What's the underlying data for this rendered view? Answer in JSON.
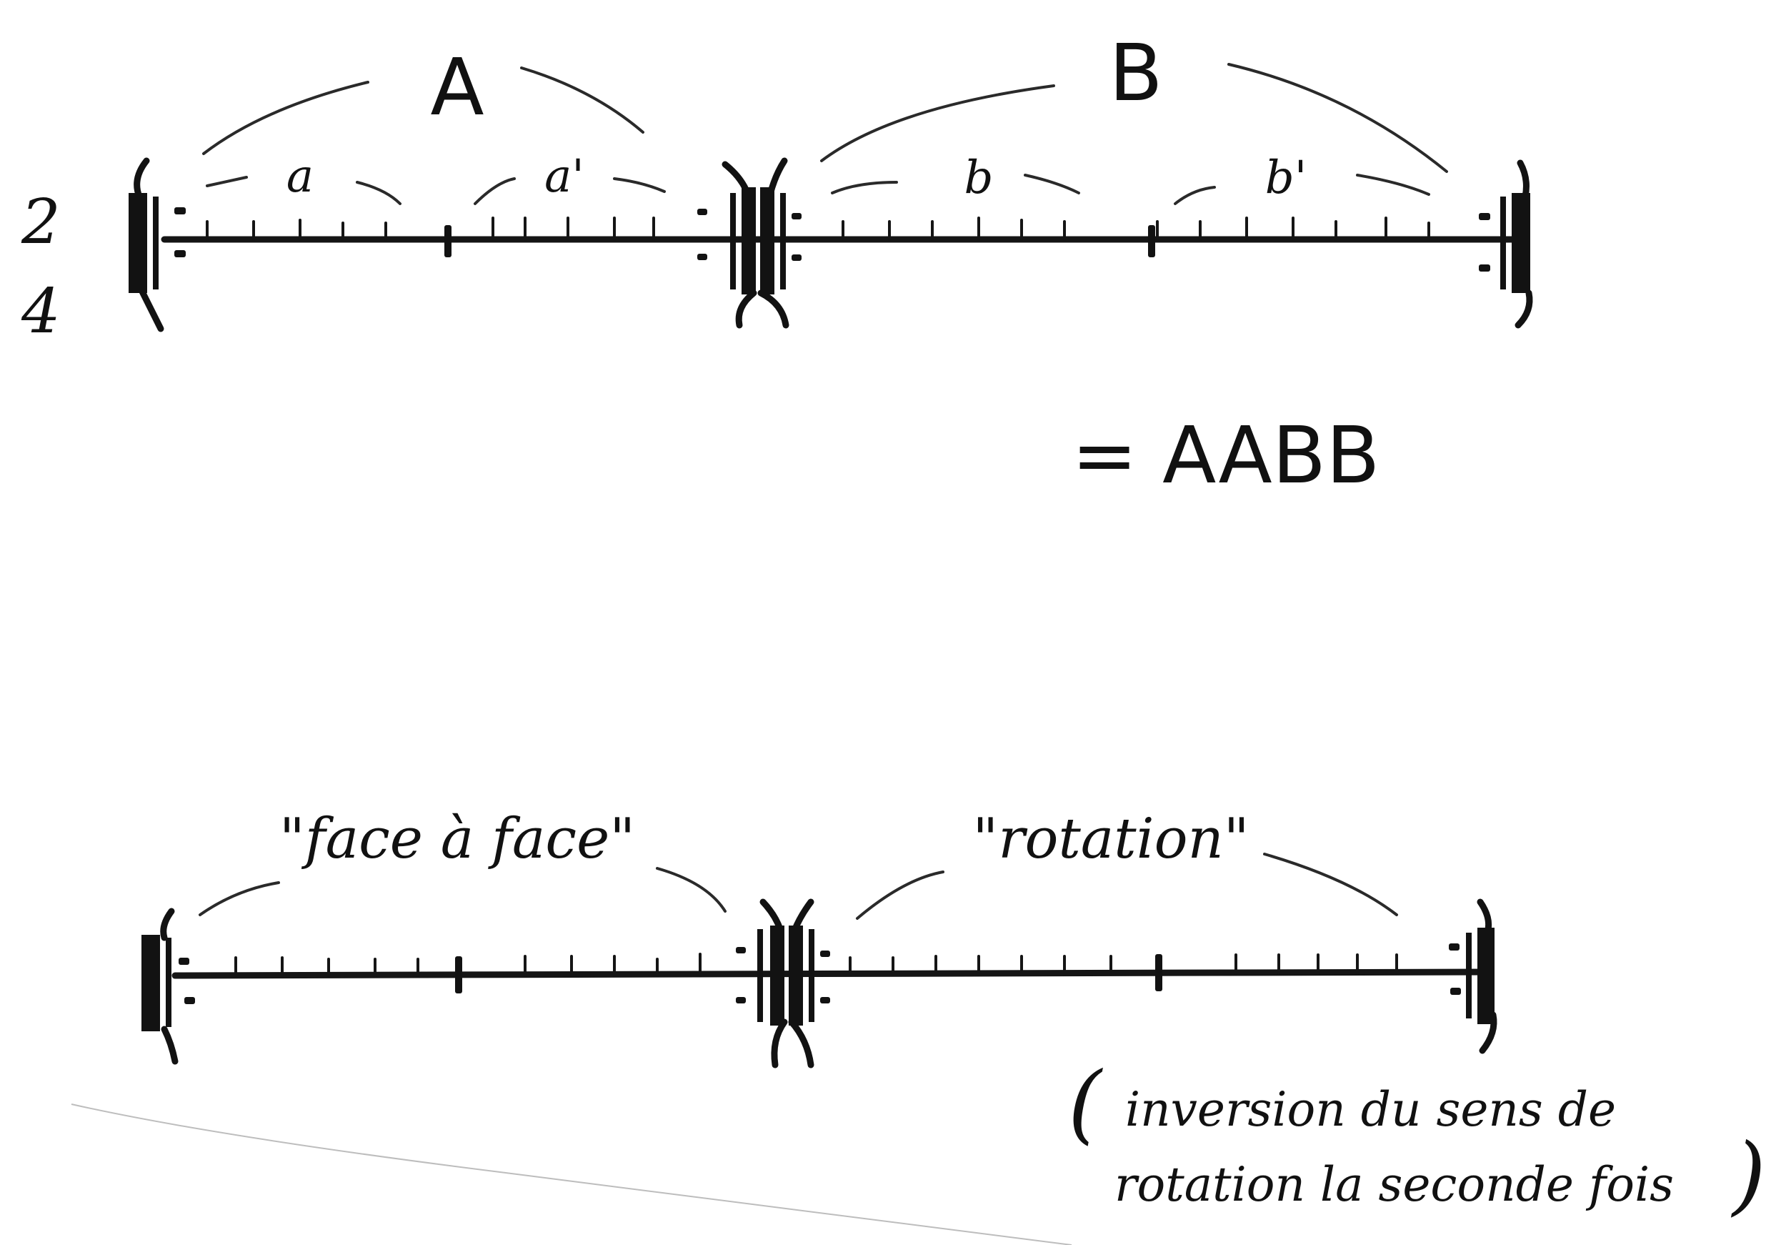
{
  "time_signature": {
    "top": "2",
    "bottom": "4"
  },
  "top_diagram": {
    "section_labels": [
      "A",
      "B"
    ],
    "phrase_labels": [
      "a",
      "a'",
      "b",
      "b'"
    ]
  },
  "formula": "= AABB",
  "bottom_diagram": {
    "section_labels": [
      "\"face à face\"",
      "\"rotation\""
    ]
  },
  "note": {
    "open_paren": "(",
    "line1": "inversion du sens de",
    "line2": "rotation la seconde fois",
    "close_paren": ")"
  },
  "ink_color": "#111111"
}
